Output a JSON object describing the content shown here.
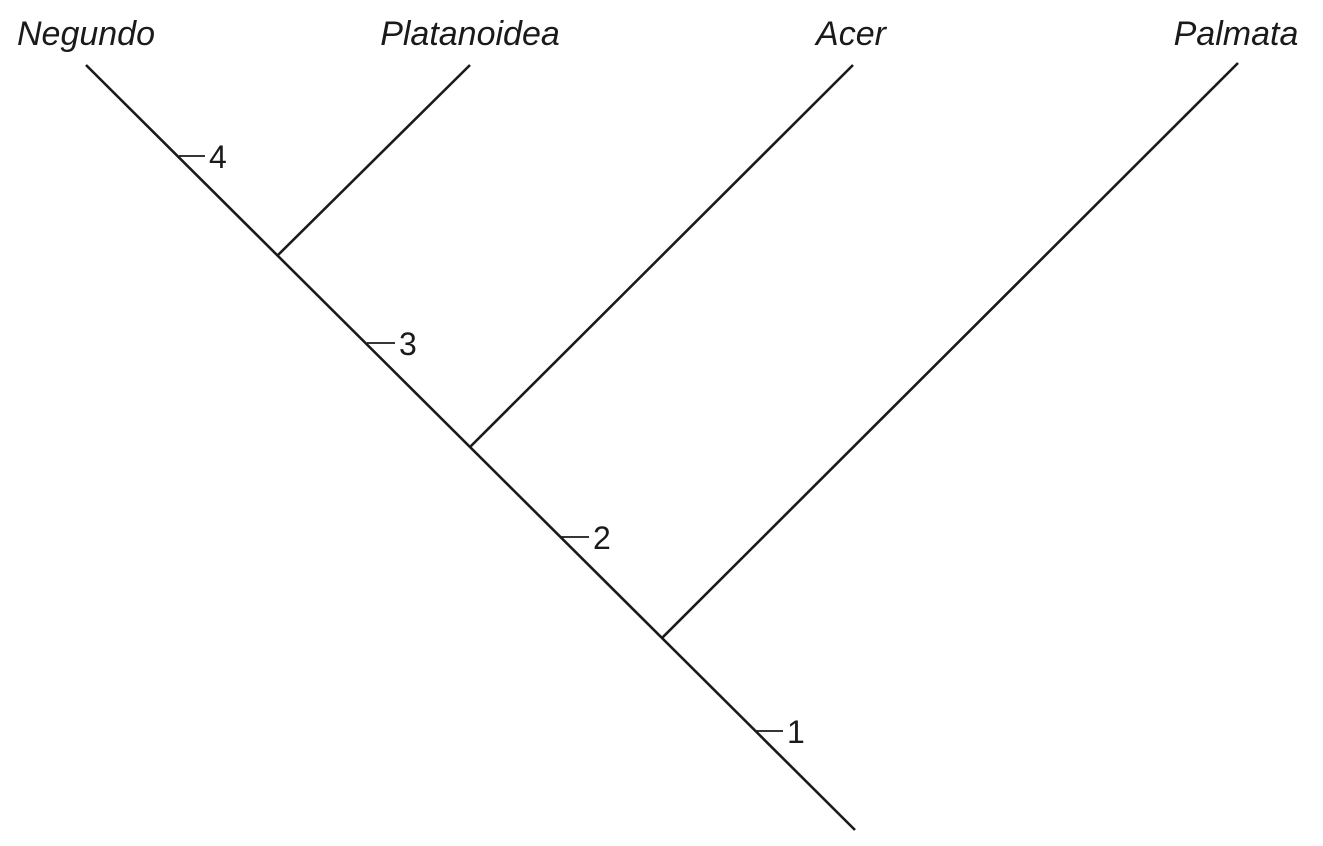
{
  "taxa": [
    "Negundo",
    "Platanoidea",
    "Acer",
    "Palmata"
  ],
  "character_marks": [
    "4",
    "3",
    "2",
    "1"
  ],
  "colors": {
    "line": "#1a1a1a",
    "background": "#ffffff"
  }
}
